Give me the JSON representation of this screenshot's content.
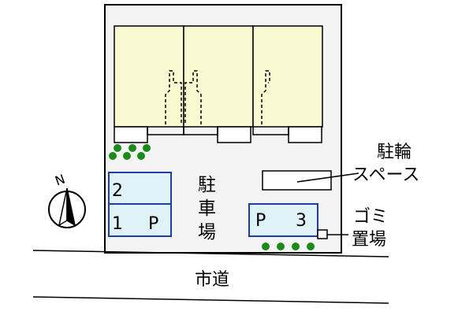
{
  "compass": {
    "north": "N"
  },
  "parking": {
    "space2": "2",
    "space1_num": "1",
    "space1_p": "P",
    "space3_p": "P",
    "space3_num": "3",
    "lot_chars": [
      "駐",
      "車",
      "場"
    ]
  },
  "bicycle": {
    "line1": "駐輪",
    "line2": "スペース"
  },
  "garbage": {
    "line1": "ゴミ",
    "line2": "置場"
  },
  "road": {
    "label": "市道"
  },
  "colors": {
    "site": "#f4f4f4",
    "building": "#fafad2",
    "parking_box": "#dff2f8",
    "parking_border": "#1e3fa0",
    "hedge": "#1a8a1a"
  }
}
